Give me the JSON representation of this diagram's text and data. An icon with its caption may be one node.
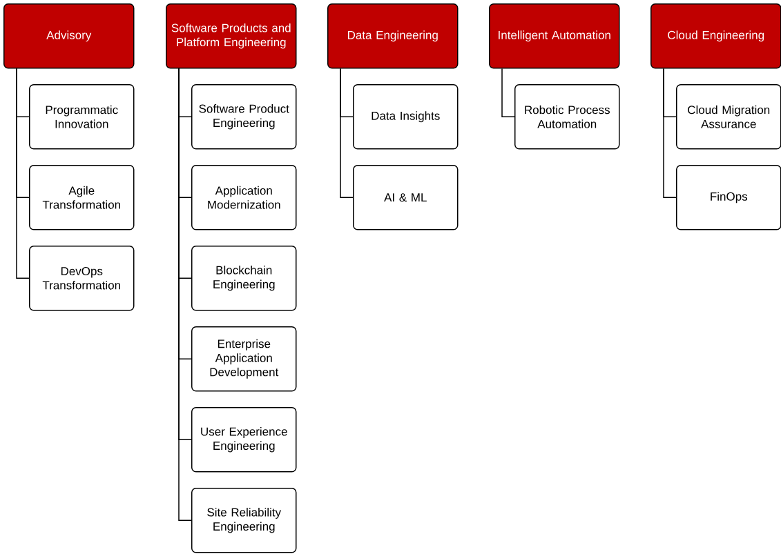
{
  "diagram": {
    "nodes": [
      {
        "text": [
          "Advisory"
        ]
      },
      {
        "text": [
          "Programmatic Innovation"
        ]
      },
      {
        "text": [
          "Agile Transformation"
        ]
      },
      {
        "text": [
          "DevOps Transformation"
        ]
      },
      {
        "text": [
          "Software Products and Platform Engineering"
        ]
      },
      {
        "text": [
          "Software Product Engineering"
        ]
      },
      {
        "text": [
          "Application Modernization"
        ]
      },
      {
        "text": [
          "Blockchain Engineering"
        ]
      },
      {
        "text": [
          "Enterprise Application Development"
        ]
      },
      {
        "text": [
          "User Experience Engineering"
        ]
      },
      {
        "text": [
          "Site Reliability Engineering"
        ]
      },
      {
        "text": [
          "Data Engineering"
        ]
      },
      {
        "text": [
          "Data Insights"
        ]
      },
      {
        "text": [
          "AI & ML"
        ]
      },
      {
        "text": [
          "Intelligent Automation"
        ]
      },
      {
        "text": [
          "Robotic Process Automation"
        ]
      },
      {
        "text": [
          "Cloud Engineering"
        ]
      },
      {
        "text": [
          "Cloud Migration Assurance"
        ]
      },
      {
        "text": [
          "FinOps"
        ]
      }
    ],
    "edges": [
      {
        "from": 0,
        "to": 1,
        "arrow": "none"
      },
      {
        "from": 0,
        "to": 2,
        "arrow": "none"
      },
      {
        "from": 0,
        "to": 3,
        "arrow": "none"
      },
      {
        "from": 4,
        "to": 5,
        "arrow": "none"
      },
      {
        "from": 4,
        "to": 6,
        "arrow": "none"
      },
      {
        "from": 4,
        "to": 7,
        "arrow": "none"
      },
      {
        "from": 4,
        "to": 8,
        "arrow": "none"
      },
      {
        "from": 4,
        "to": 9,
        "arrow": "none"
      },
      {
        "from": 4,
        "to": 10,
        "arrow": "none"
      },
      {
        "from": 11,
        "to": 12,
        "arrow": "none"
      },
      {
        "from": 11,
        "to": 13,
        "arrow": "none"
      },
      {
        "from": 14,
        "to": 15,
        "arrow": "none"
      },
      {
        "from": 16,
        "to": 17,
        "arrow": "none"
      },
      {
        "from": 16,
        "to": 18,
        "arrow": "none"
      }
    ]
  }
}
